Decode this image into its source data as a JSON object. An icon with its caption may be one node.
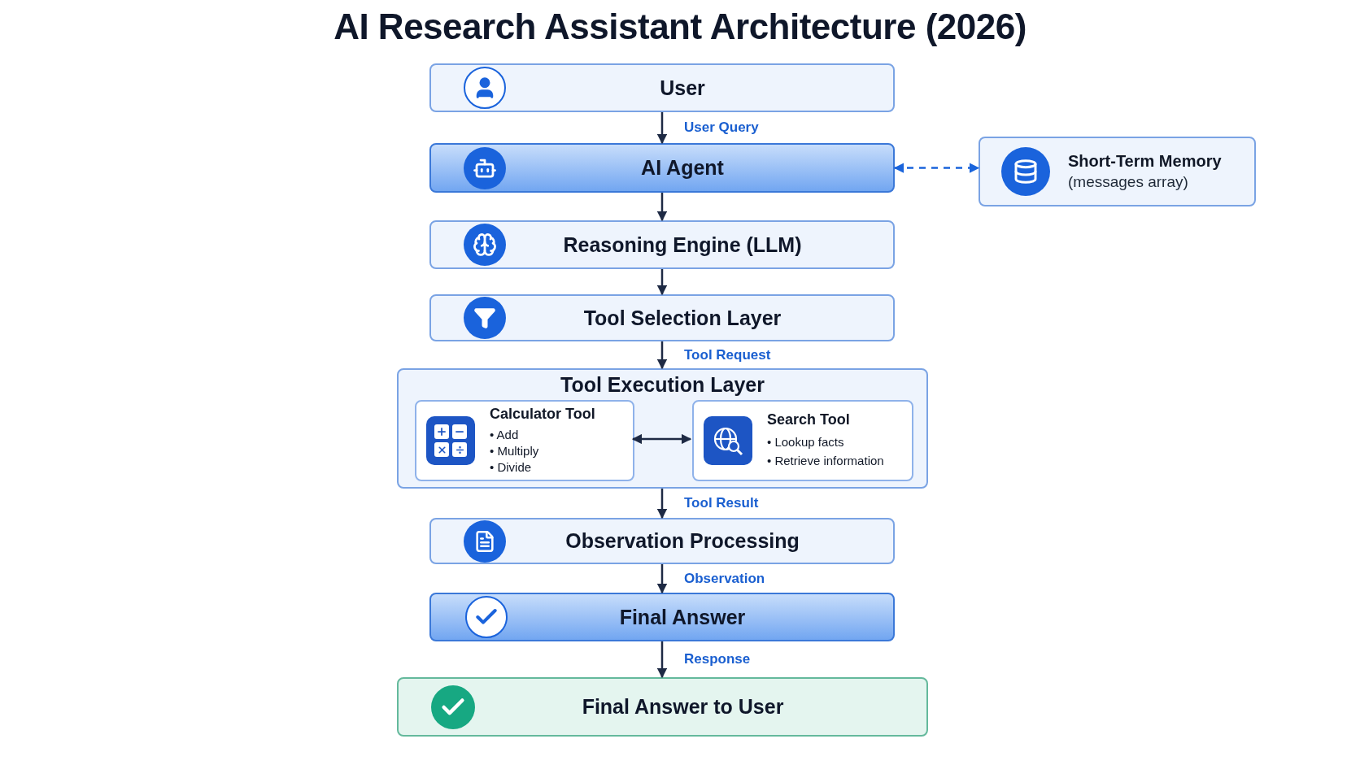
{
  "diagram": {
    "title": "AI Research Assistant Architecture (2026)",
    "nodes": [
      {
        "text": [
          "User"
        ]
      },
      {
        "text": [
          "AI Agent"
        ]
      },
      {
        "text": [
          "Short-Term Memory",
          "(messages array)"
        ]
      },
      {
        "text": [
          "Reasoning Engine (LLM)"
        ]
      },
      {
        "text": [
          "Tool Selection Layer"
        ]
      },
      {
        "text": [
          "Tool Execution Layer"
        ]
      },
      {
        "text": [
          "Calculator Tool",
          "• Add",
          "• Multiply",
          "• Divide"
        ],
        "in": 5
      },
      {
        "text": [
          "Search Tool",
          "• Lookup facts",
          "• Retrieve information"
        ],
        "in": 5
      },
      {
        "text": [
          "Observation Processing"
        ]
      },
      {
        "text": [
          "Final Answer"
        ]
      },
      {
        "text": [
          "Final Answer to User"
        ]
      }
    ],
    "edges": [
      {
        "from": 0,
        "to": 1,
        "arrow": "to",
        "label": "User Query"
      },
      {
        "from": 1,
        "to": 2,
        "arrow": "both",
        "style": "dashed",
        "color": "#1a64db"
      },
      {
        "from": 1,
        "to": 3,
        "arrow": "to"
      },
      {
        "from": 3,
        "to": 4,
        "arrow": "to"
      },
      {
        "from": 4,
        "to": 5,
        "arrow": "to",
        "label": "Tool Request"
      },
      {
        "from": 6,
        "to": 7,
        "arrow": "both"
      },
      {
        "from": 5,
        "to": 8,
        "arrow": "to",
        "label": "Tool Result"
      },
      {
        "from": 8,
        "to": 9,
        "arrow": "to",
        "label": "Observation"
      },
      {
        "from": 9,
        "to": 10,
        "arrow": "to",
        "label": "Response"
      }
    ]
  }
}
